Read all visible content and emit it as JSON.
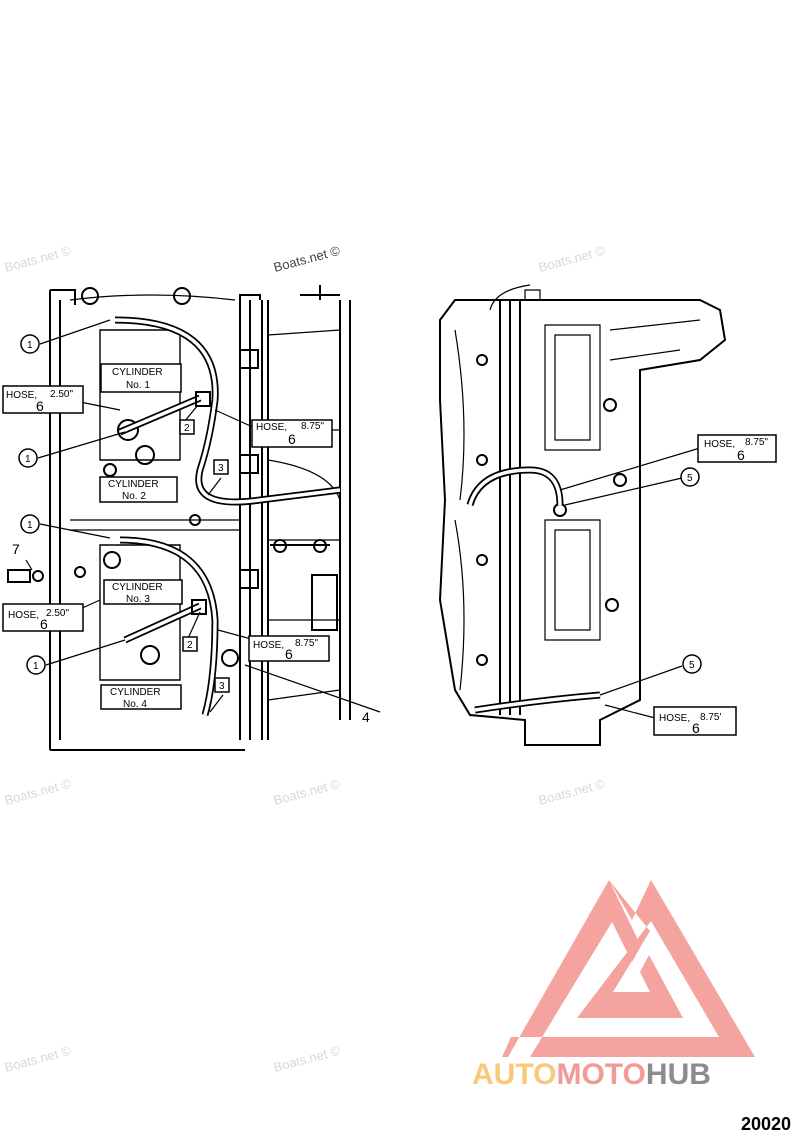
{
  "watermark": "Boats.net ©",
  "left_view": {
    "cylinders": [
      {
        "title": "CYLINDER",
        "no": "No. 1"
      },
      {
        "title": "CYLINDER",
        "no": "No. 2"
      },
      {
        "title": "CYLINDER",
        "no": "No. 3"
      },
      {
        "title": "CYLINDER",
        "no": "No. 4"
      }
    ],
    "hoses": [
      {
        "label": "HOSE,",
        "length": "2.50\"",
        "ref": "6"
      },
      {
        "label": "HOSE,",
        "length": "8.75\"",
        "ref": "6"
      },
      {
        "label": "HOSE,",
        "length": "2.50\"",
        "ref": "6"
      },
      {
        "label": "HOSE,",
        "length": "8.75\"",
        "ref": "6"
      }
    ],
    "callouts": {
      "c1": "1",
      "c2": "2",
      "c3": "3",
      "c4": "4",
      "c7": "7"
    }
  },
  "right_view": {
    "hoses": [
      {
        "label": "HOSE,",
        "length": "8.75\"",
        "ref": "6"
      },
      {
        "label": "HOSE,",
        "length": "8.75'",
        "ref": "6"
      }
    ],
    "callouts": {
      "c5": "5"
    }
  },
  "logo": {
    "part1": "AUTO",
    "part2": "MOTO",
    "part3": "HUB",
    "colors": {
      "auto": "#f9c97a",
      "moto": "#f29a96",
      "hub": "#8c8c8c"
    }
  },
  "figure_number": "20020"
}
